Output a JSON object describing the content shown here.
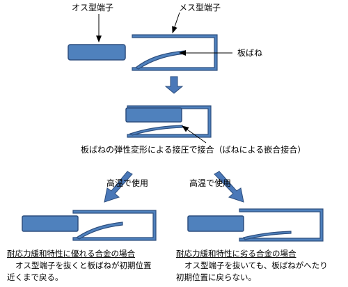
{
  "labels": {
    "male_terminal": "オス型端子",
    "female_terminal": "メス型端子",
    "spring": "板ばね",
    "contact_caption": "板ばねの弾性変形による接圧で接合（ばねによる嵌合接合）",
    "high_temp_left": "高温で使用",
    "high_temp_right": "高温で使用"
  },
  "notes": {
    "left": {
      "title": "耐応力緩和特性に優れる合金の場合",
      "line1": "オス型端子を抜くと板ばねが初期位置",
      "line2": "近くまで戻る。"
    },
    "right": {
      "title": "耐応力緩和特性に劣る合金の場合",
      "line1": "オス型端子を抜いても、板ばねがへたり",
      "line2": "初期位置に戻らない。"
    }
  },
  "colors": {
    "fill": "#4F81BD",
    "stroke": "#2E4F7F",
    "arrow": "#4A78B8"
  }
}
